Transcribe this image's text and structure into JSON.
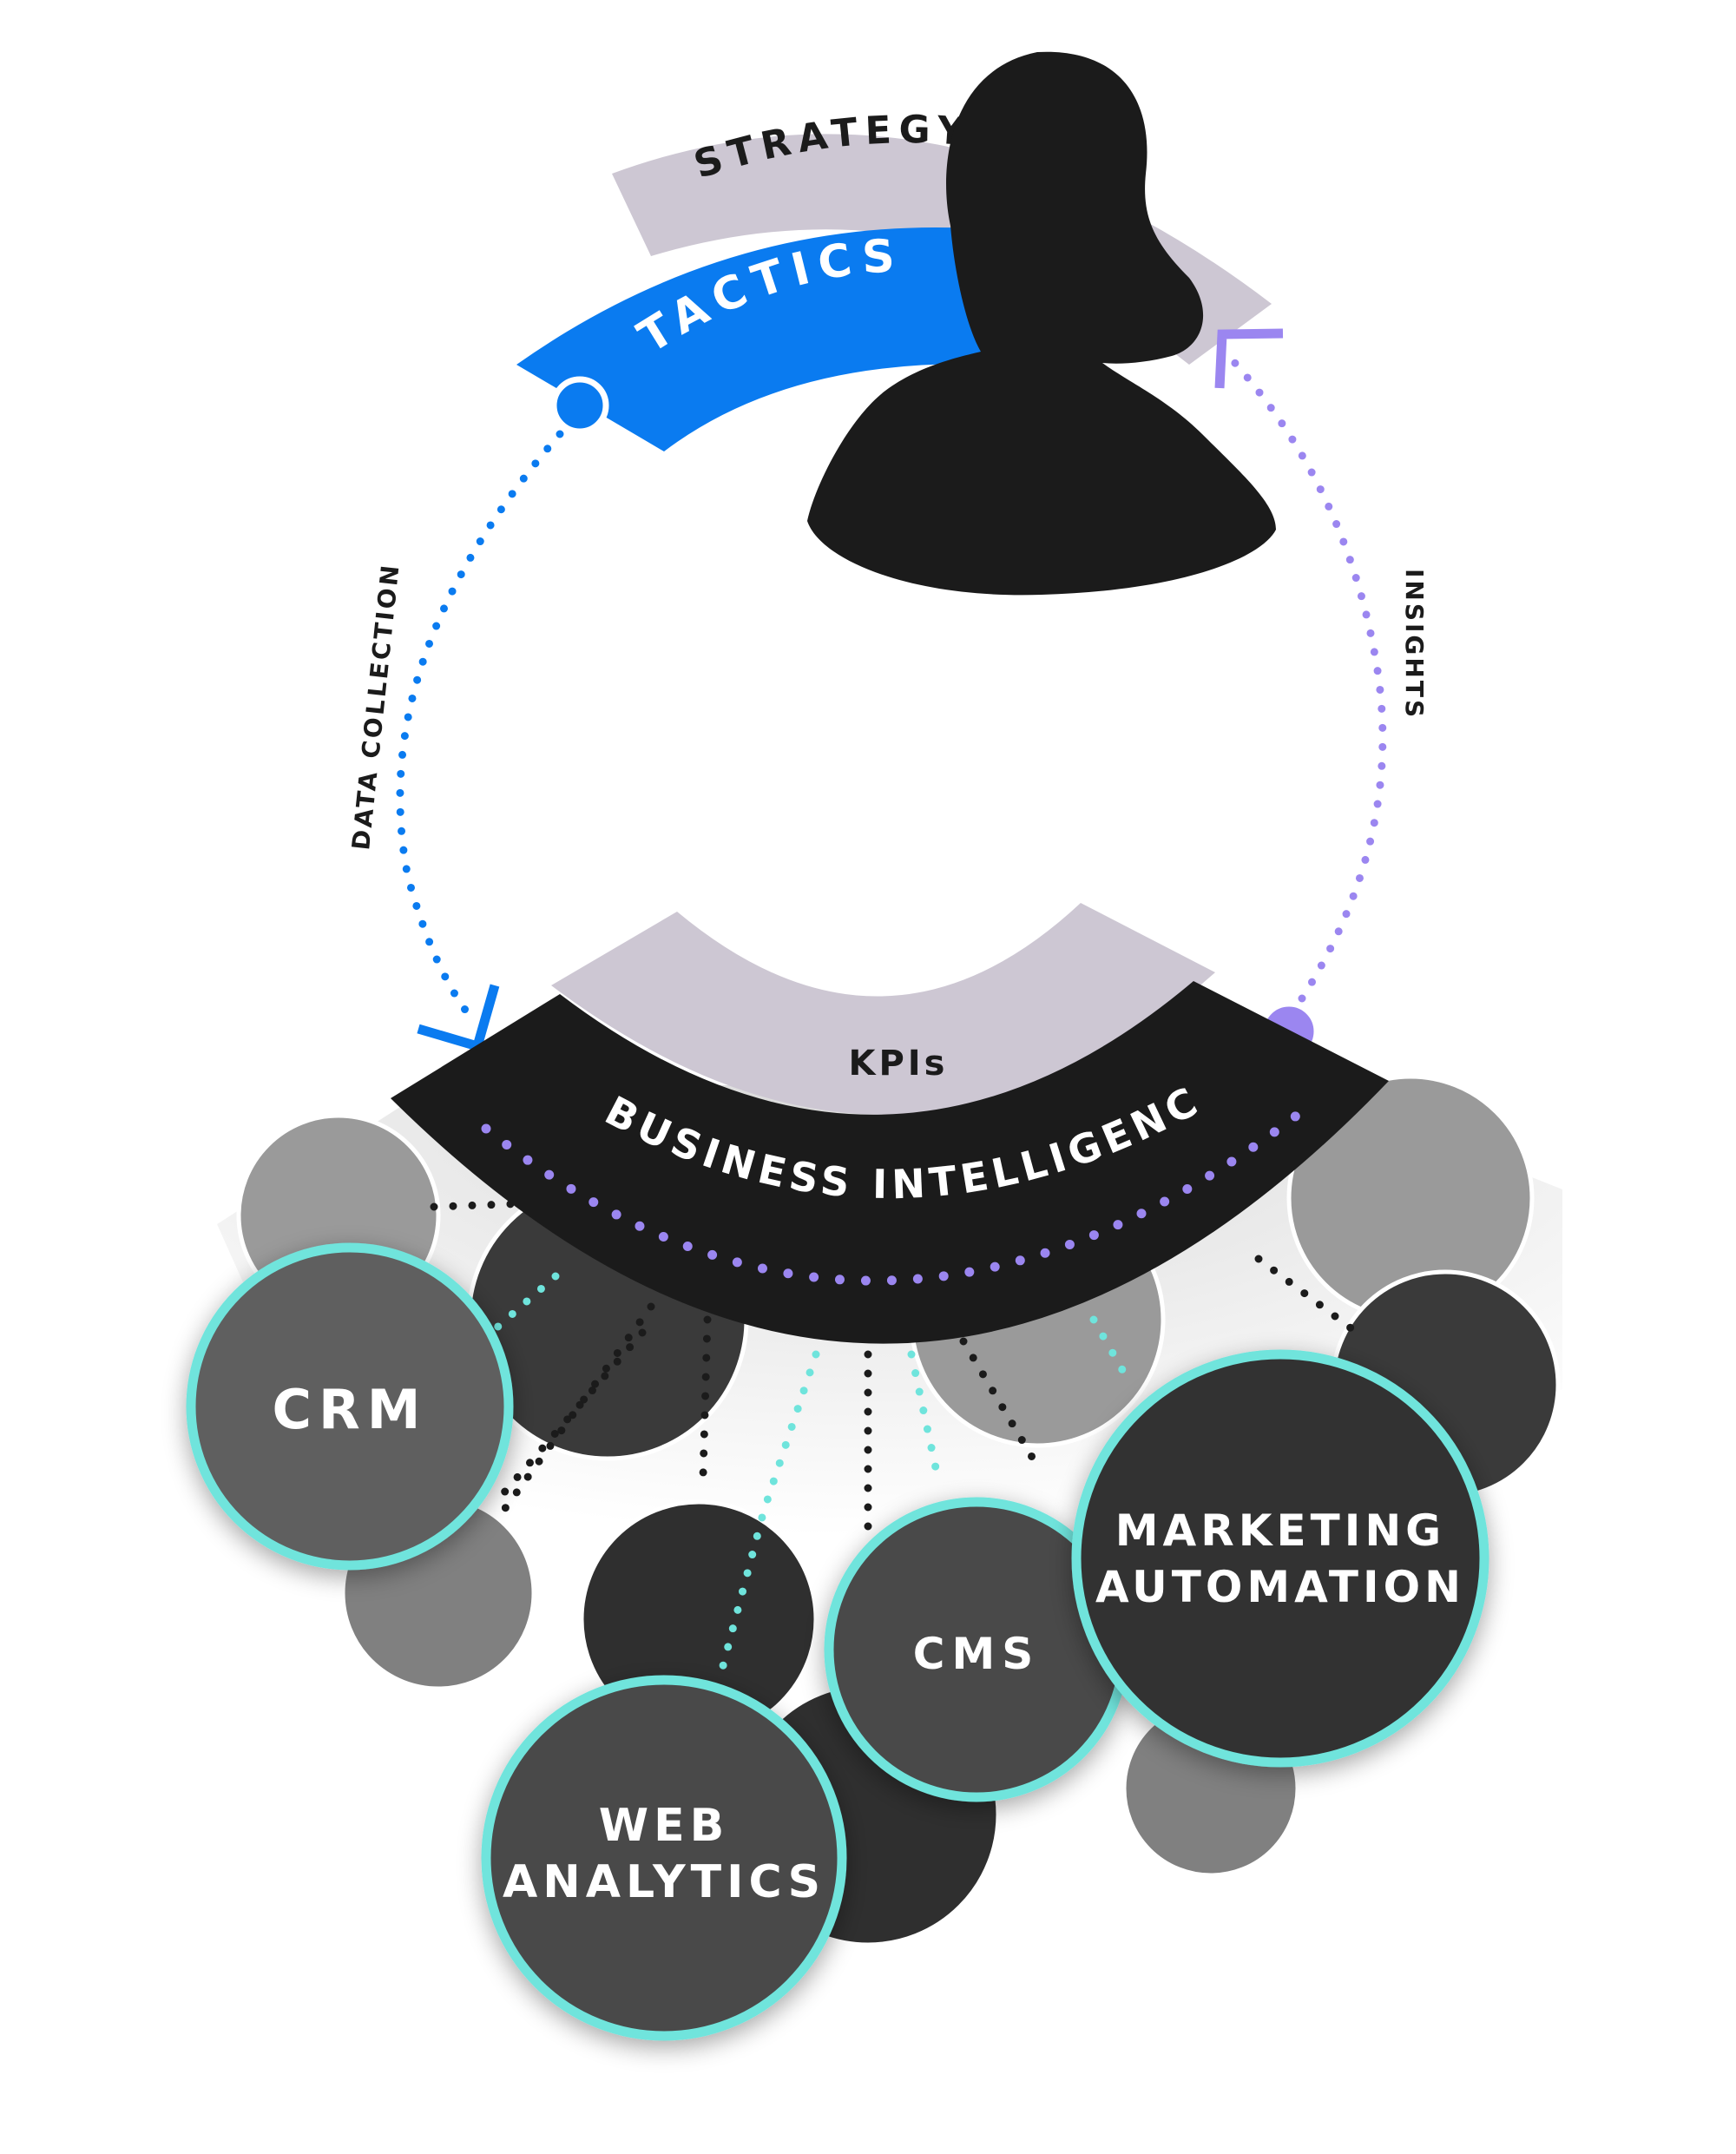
{
  "arcs": {
    "strategy": "STRATEGY",
    "tactics": "TACTICS",
    "kpis": "KPIs",
    "business_intelligence": "BUSINESS INTELLIGENCE"
  },
  "flows": {
    "data_collection": "DATA COLLECTION",
    "insights": "INSIGHTS"
  },
  "systems": {
    "crm": "CRM",
    "web_analytics_line1": "WEB",
    "web_analytics_line2": "ANALYTICS",
    "cms": "CMS",
    "marketing_automation_line1": "MARKETING",
    "marketing_automation_line2": "AUTOMATION"
  },
  "colors": {
    "tactics_blue": "#0a7bf0",
    "insights_purple": "#9b86f0",
    "lavender": "#cdc7d3",
    "black": "#1b1b1b",
    "teal": "#6fe4dc",
    "dark_gray": "#4a4a4a",
    "mid_gray": "#8a8a8a"
  },
  "icons": {
    "person": "person-silhouette-icon"
  }
}
